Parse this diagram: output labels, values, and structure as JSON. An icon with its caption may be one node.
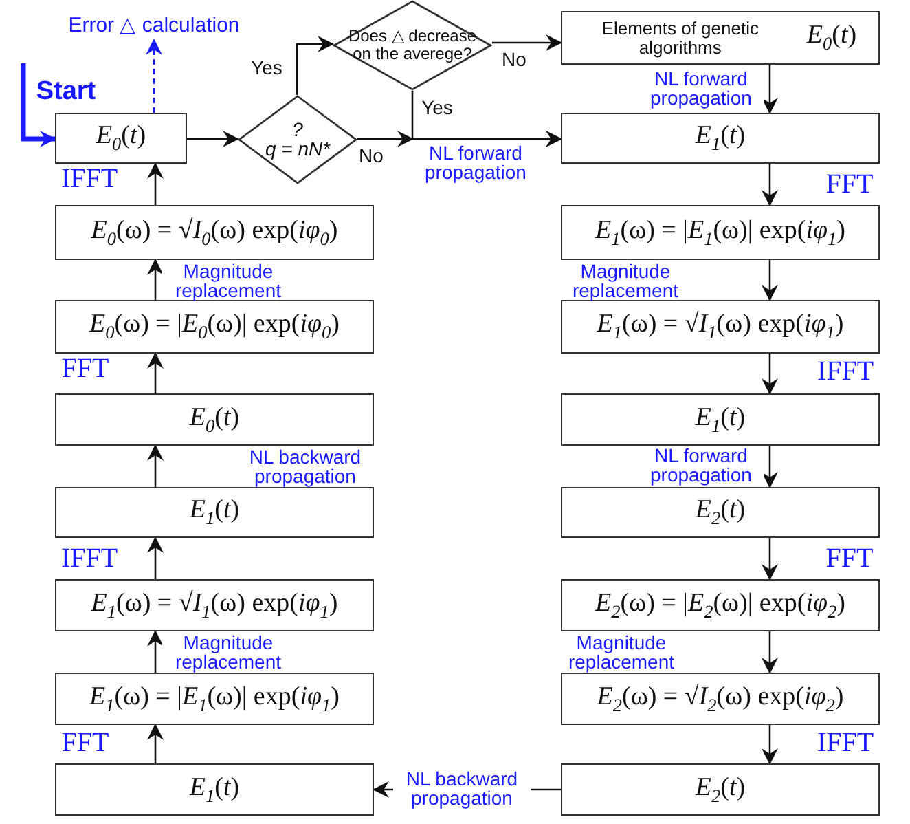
{
  "diagram": {
    "nodes": [
      {
        "text": [
          "Error △ calculation"
        ]
      },
      {
        "text": [
          "Does △ decrease on the averege?"
        ]
      },
      {
        "text": [
          "Elements of genetic algorithms",
          "*E*$_{0}$(*t*)"
        ]
      },
      {
        "text": [
          "*E*$_{0}$(*t*)"
        ]
      },
      {
        "text": [
          "?",
          "q = nN*"
        ]
      },
      {
        "text": [
          "*E*$_{1}$(*t*)"
        ]
      },
      {
        "text": [
          "*E*$_{0}$(ω) = √*I*$_{0}$(ω) exp(*iφ*$_{0}$)"
        ]
      },
      {
        "text": [
          "*E*$_{1}$(ω) = |*E*$_{1}$(ω)| exp(*iφ*$_{1}$)"
        ]
      },
      {
        "text": [
          "*E*$_{0}$(ω) = |*E*$_{0}$(ω)| exp(*iφ*$_{0}$)"
        ]
      },
      {
        "text": [
          "*E*$_{1}$(ω) = √*I*$_{1}$(ω) exp(*iφ*$_{1}$)"
        ]
      },
      {
        "text": [
          "*E*$_{0}$(*t*)"
        ]
      },
      {
        "text": [
          "*E*$_{1}$(*t*)"
        ]
      },
      {
        "text": [
          "*E*$_{1}$(*t*)"
        ]
      },
      {
        "text": [
          "*E*$_{2}$(*t*)"
        ]
      },
      {
        "text": [
          "*E*$_{1}$(ω) = √*I*$_{1}$(ω) exp(*iφ*$_{1}$)"
        ]
      },
      {
        "text": [
          "*E*$_{2}$(ω) = |*E*$_{2}$(ω)| exp(*iφ*$_{2}$)"
        ]
      },
      {
        "text": [
          "*E*$_{1}$(ω) = |*E*$_{1}$(ω)| exp(*iφ*$_{1}$)"
        ]
      },
      {
        "text": [
          "*E*$_{2}$(ω) = √*I*$_{2}$(ω) exp(*iφ*$_{2}$)"
        ]
      },
      {
        "text": [
          "*E*$_{1}$(*t*)"
        ]
      },
      {
        "text": [
          "*E*$_{2}$(*t*)"
        ]
      }
    ],
    "edges": [
      {
        "from": null,
        "to": 3,
        "arrow": "to",
        "label": "Start",
        "style": "thick",
        "color": "#1a1aff"
      },
      {
        "from": 3,
        "to": 0,
        "arrow": "to",
        "style": "dashed",
        "color": "#1a1aff"
      },
      {
        "from": 3,
        "to": 4,
        "arrow": "to"
      },
      {
        "from": 4,
        "to": 1,
        "arrow": "to",
        "label": "Yes"
      },
      {
        "from": 1,
        "to": 2,
        "arrow": "to",
        "label": "No"
      },
      {
        "from": 1,
        "to": 5,
        "arrow": "to",
        "label": "Yes"
      },
      {
        "from": 4,
        "to": 5,
        "arrow": "to",
        "label": "No"
      },
      {
        "from": 2,
        "to": 5,
        "arrow": "to",
        "label": "NL forward propagation"
      },
      {
        "from": 5,
        "to": 7,
        "arrow": "to",
        "label": "FFT"
      },
      {
        "from": 7,
        "to": 9,
        "arrow": "to",
        "label": "Magnitude replacement"
      },
      {
        "from": 9,
        "to": 11,
        "arrow": "to",
        "label": "IFFT"
      },
      {
        "from": 11,
        "to": 13,
        "arrow": "to",
        "label": "NL forward propagation"
      },
      {
        "from": 13,
        "to": 15,
        "arrow": "to",
        "label": "FFT"
      },
      {
        "from": 15,
        "to": 17,
        "arrow": "to",
        "label": "Magnitude replacement"
      },
      {
        "from": 17,
        "to": 19,
        "arrow": "to",
        "label": "IFFT"
      },
      {
        "from": 19,
        "to": 18,
        "arrow": "to",
        "label": "NL backward propagation"
      },
      {
        "from": 18,
        "to": 16,
        "arrow": "to",
        "label": "FFT"
      },
      {
        "from": 16,
        "to": 14,
        "arrow": "to",
        "label": "Magnitude replacement"
      },
      {
        "from": 14,
        "to": 12,
        "arrow": "to",
        "label": "IFFT"
      },
      {
        "from": 12,
        "to": 10,
        "arrow": "to",
        "label": "NL backward propagation"
      },
      {
        "from": 10,
        "to": 8,
        "arrow": "to",
        "label": "FFT"
      },
      {
        "from": 8,
        "to": 6,
        "arrow": "to",
        "label": "Magnitude replacement"
      },
      {
        "from": 6,
        "to": 3,
        "arrow": "to",
        "label": "IFFT"
      }
    ],
    "labels": [
      "NL forward propagation"
    ]
  }
}
